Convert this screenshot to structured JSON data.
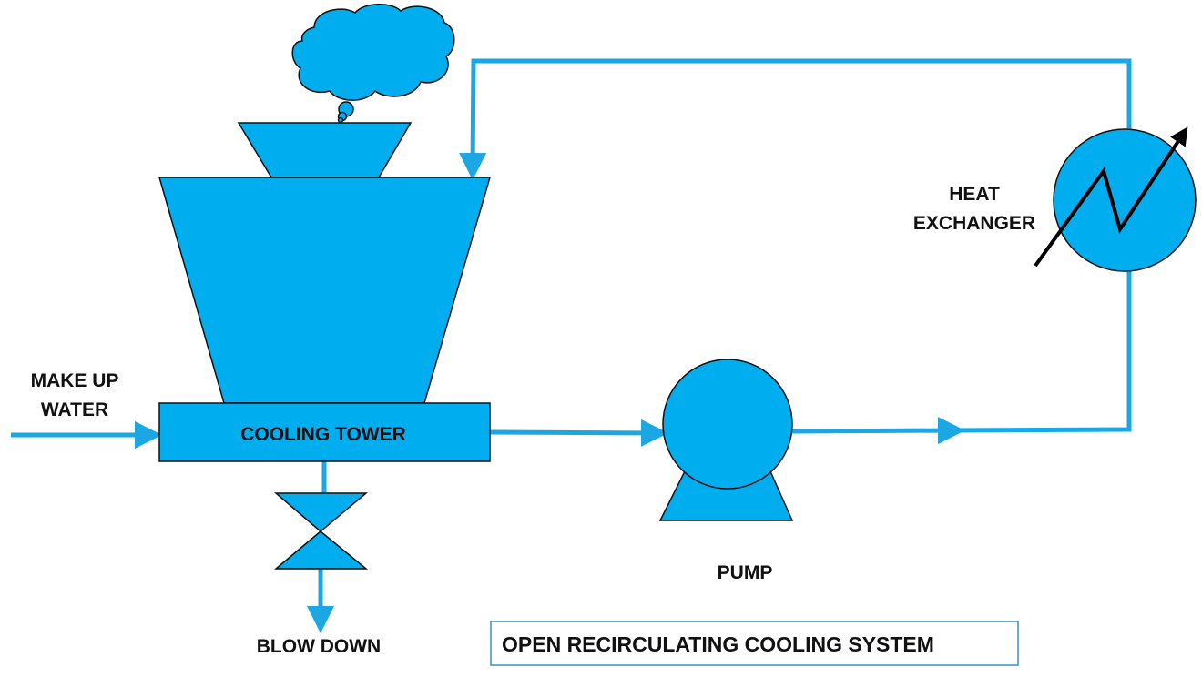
{
  "title": "OPEN RECIRCULATING COOLING SYSTEM",
  "labels": {
    "make_up_water_line1": "MAKE UP",
    "make_up_water_line2": "WATER",
    "cooling_tower": "COOLING TOWER",
    "blow_down": "BLOW DOWN",
    "pump": "PUMP",
    "heat_exchanger_line1": "HEAT",
    "heat_exchanger_line2": "EXCHANGER"
  },
  "colors": {
    "equipment": "#00aeef",
    "pipe": "#1aa7e4",
    "outline": "#111111"
  }
}
